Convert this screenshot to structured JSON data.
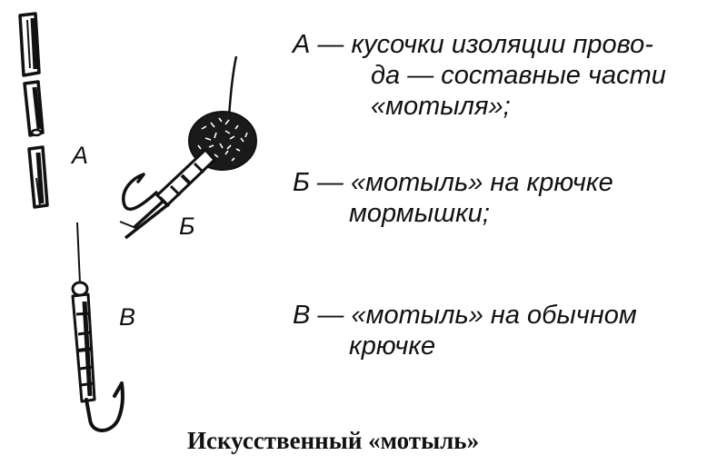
{
  "labels": {
    "a": "А",
    "b": "Б",
    "v": "В"
  },
  "legend": {
    "a": {
      "line1": "А — кусочки изоляции прово-",
      "line2": "да — составные части",
      "line3": "«мотыля»;"
    },
    "b": {
      "line1": "Б — «мотыль» на крючке",
      "line2": "мормышки;"
    },
    "v": {
      "line1": "В — «мотыль» на обычном",
      "line2": "крючке"
    }
  },
  "caption": "Искусственный «мотыль»"
}
